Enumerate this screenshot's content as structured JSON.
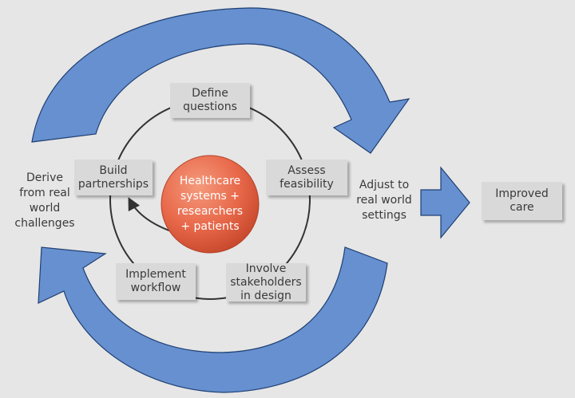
{
  "center": {
    "text": "Healthcare\nsystems +\nresearchers\n+ patients"
  },
  "cycle_steps": [
    {
      "id": "define",
      "text": "Define\nquestions"
    },
    {
      "id": "assess",
      "text": "Assess\nfeasibility"
    },
    {
      "id": "involve",
      "text": "Involve\nstakeholders\nin design"
    },
    {
      "id": "implement",
      "text": "Implement\nworkflow"
    },
    {
      "id": "build",
      "text": "Build\npartnerships"
    }
  ],
  "left_label": "Derive\nfrom real\nworld\nchallenges",
  "right_label": "Adjust to\nreal world\nsettings",
  "outcome": "Improved\ncare",
  "colors": {
    "background": "#e6e6e6",
    "box_fill": "#d9d9d9",
    "arrow_fill": "#6690cf",
    "arrow_stroke": "#1f3f73",
    "center_fill": "#e8684a",
    "ring_stroke": "#333333",
    "text": "#3a3a3a"
  }
}
